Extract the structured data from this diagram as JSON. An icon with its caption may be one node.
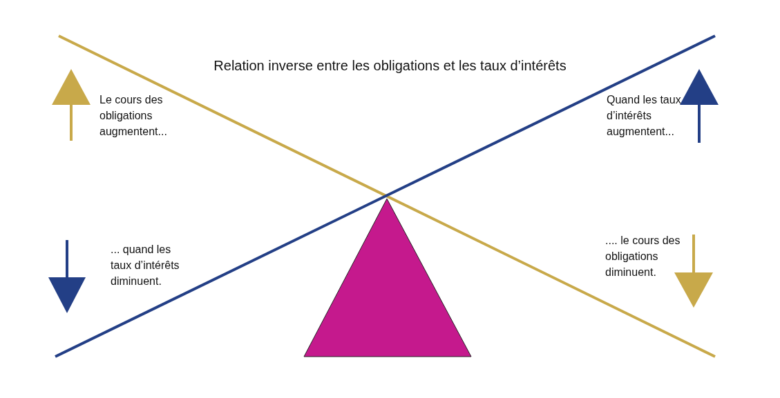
{
  "diagram": {
    "title": "Relation inverse entre les obligations et les taux d’intérêts",
    "labels": [
      "Le cours des obligations augmentent...",
      "Quand les taux d’intérêts augmentent...",
      "... quand les taux d’intérêts diminuent.",
      ".... le cours des obligations diminuent."
    ]
  }
}
